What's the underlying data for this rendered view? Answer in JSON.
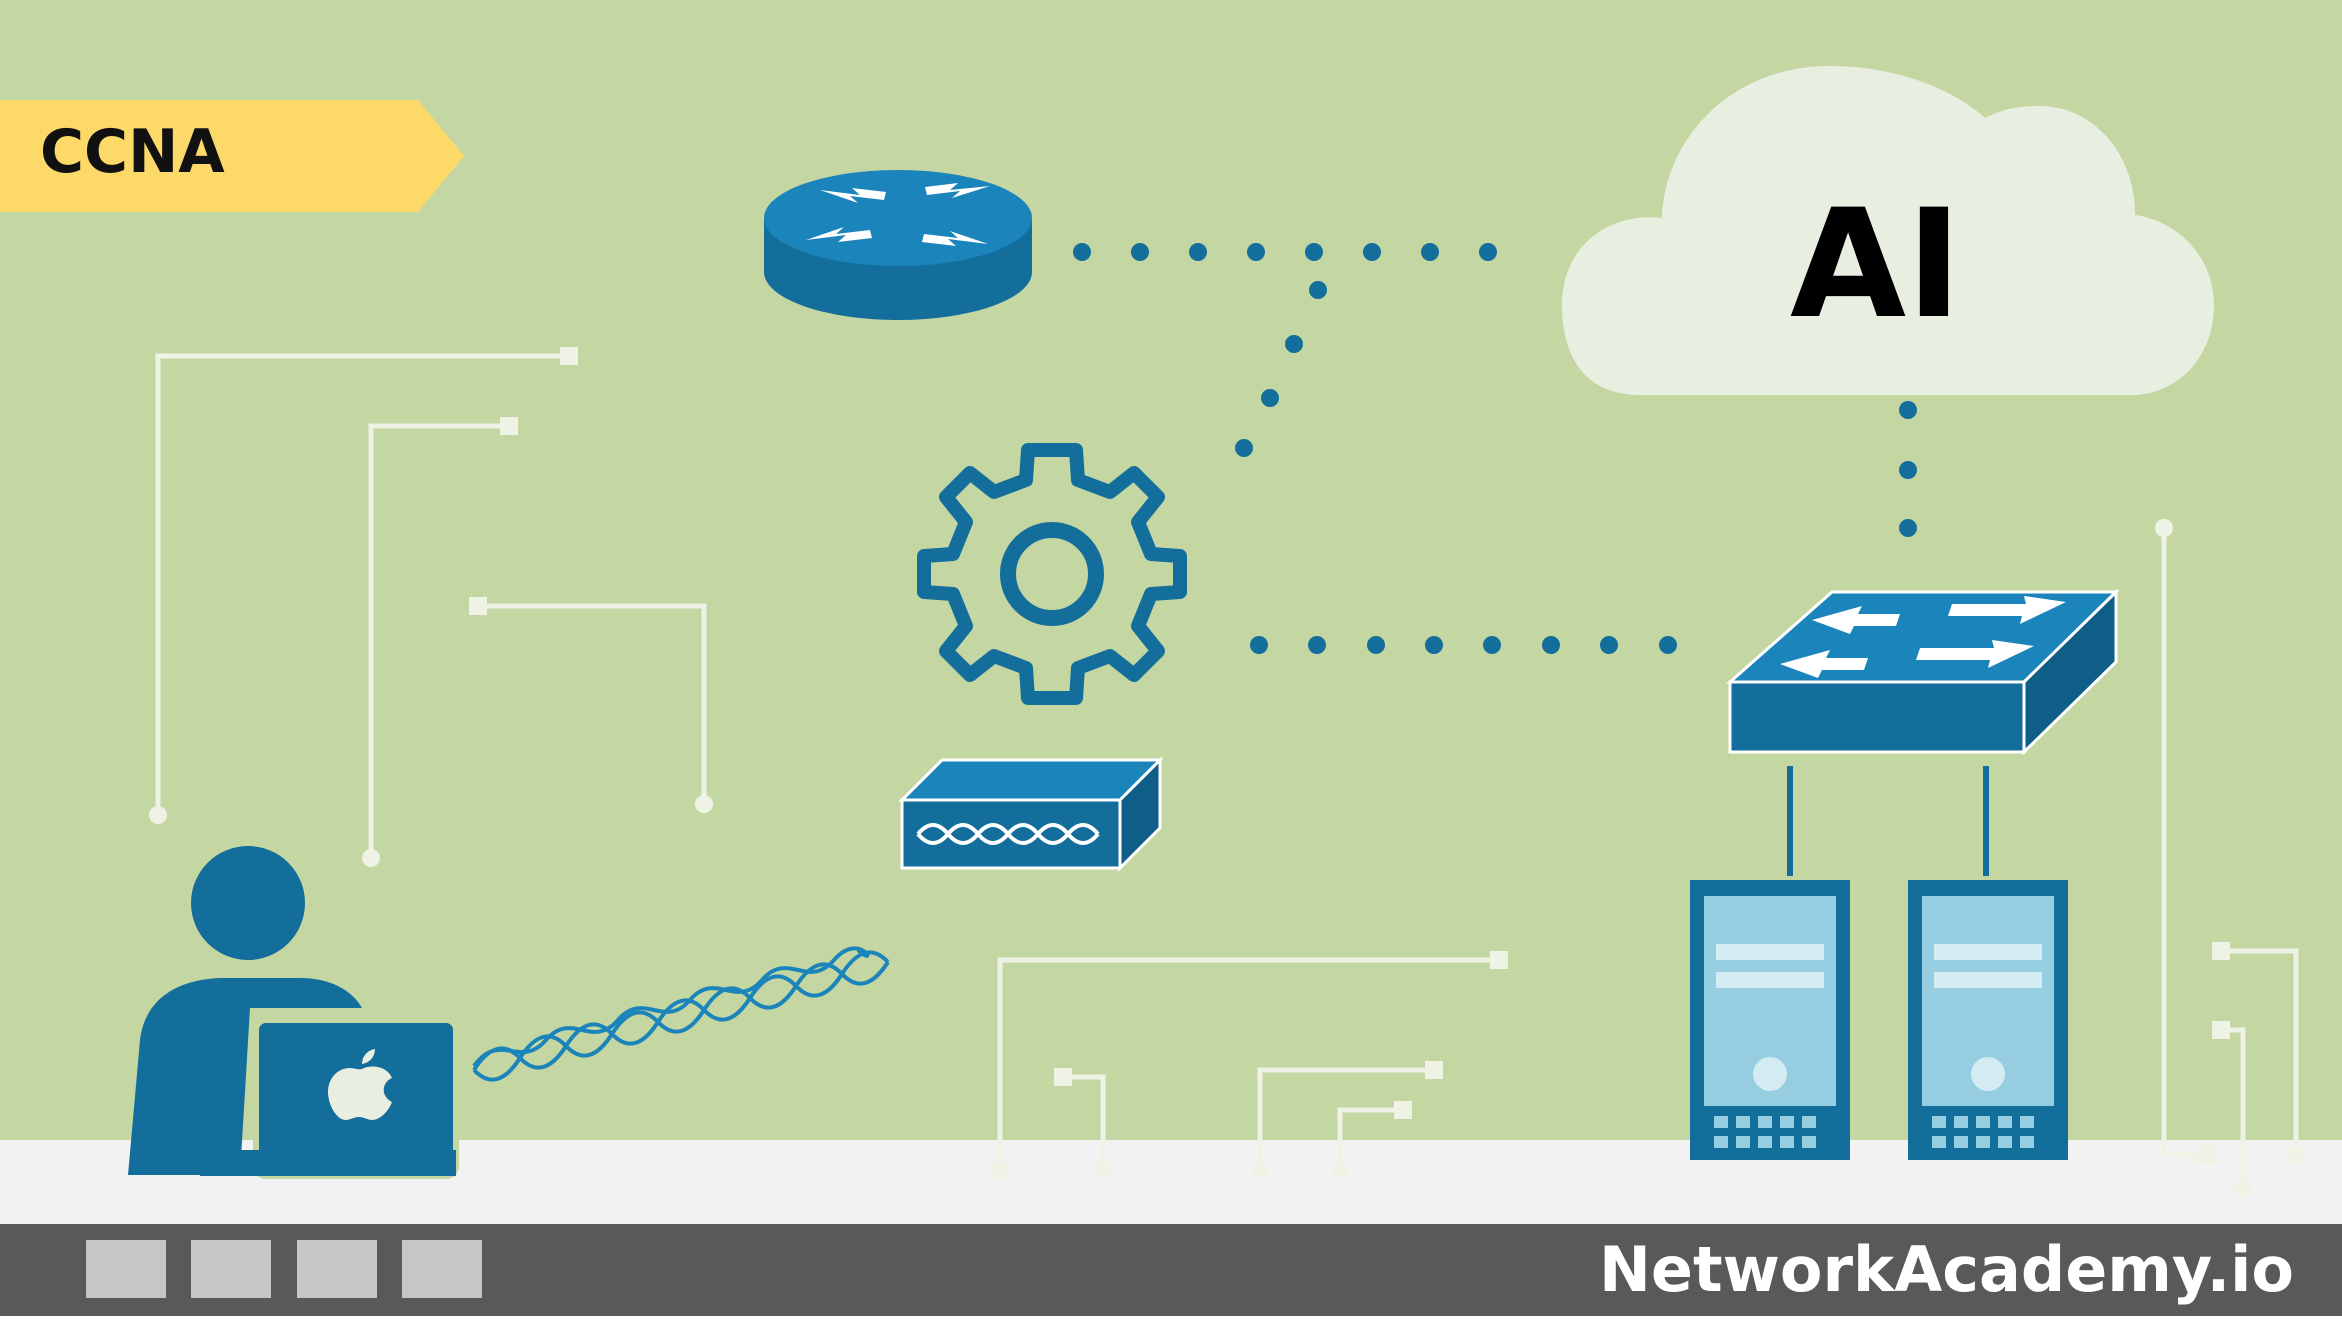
{
  "badge": {
    "label": "CCNA"
  },
  "cloud": {
    "label": "AI"
  },
  "footer": {
    "brand": "NetworkAcademy.io"
  },
  "icons": [
    "router-icon",
    "cloud-icon",
    "gear-icon",
    "wireless-access-point-icon",
    "switch-icon",
    "server-icon",
    "person-icon",
    "laptop-icon",
    "apple-logo-icon",
    "wireless-signal-icon"
  ],
  "colors": {
    "background": "#c4d6a2",
    "badge": "#fdd96a",
    "network_blue": "#136e9c",
    "cloud": "#e8efe0",
    "floor": "#f2f2f2",
    "footer": "#595959",
    "footer_squares": "#c6c6c6",
    "circuit_lines": "#eef3e6"
  }
}
